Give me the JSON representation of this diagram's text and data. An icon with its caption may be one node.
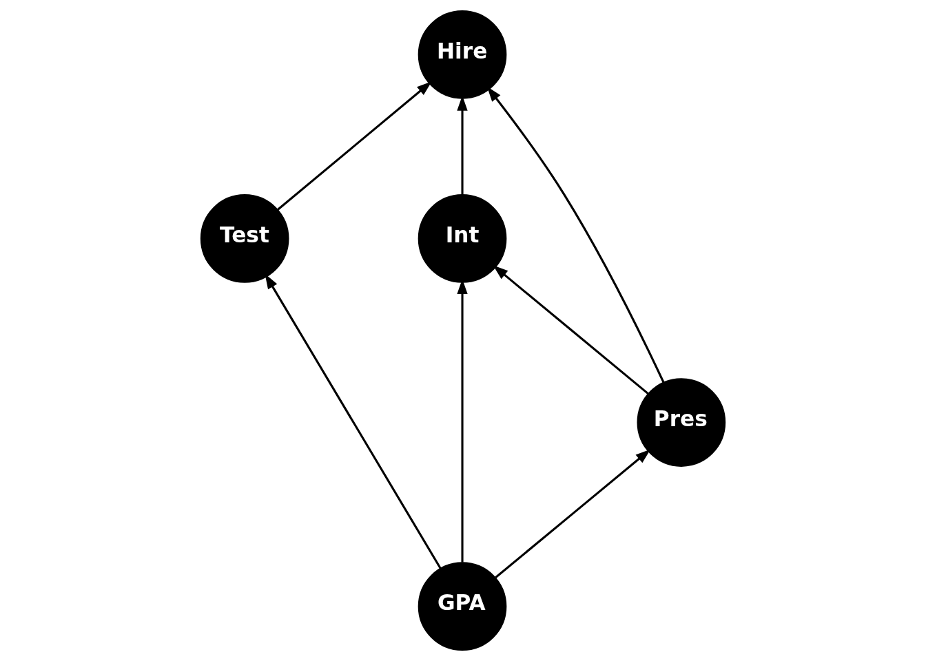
{
  "diagram": {
    "nodes": [
      {
        "text": [
          "Hire"
        ]
      },
      {
        "text": [
          "Int"
        ]
      },
      {
        "text": [
          "Test"
        ]
      },
      {
        "text": [
          "Pres"
        ]
      },
      {
        "text": [
          "GPA"
        ]
      }
    ],
    "edges": [
      {
        "from": 1,
        "to": 0,
        "arrow": "to"
      },
      {
        "from": 3,
        "to": 0,
        "arrow": "to"
      },
      {
        "from": 2,
        "to": 0,
        "arrow": "to"
      },
      {
        "from": 3,
        "to": 1,
        "arrow": "to"
      },
      {
        "from": 4,
        "to": 1,
        "arrow": "to"
      },
      {
        "from": 4,
        "to": 3,
        "arrow": "to"
      },
      {
        "from": 4,
        "to": 2,
        "arrow": "to"
      }
    ]
  }
}
